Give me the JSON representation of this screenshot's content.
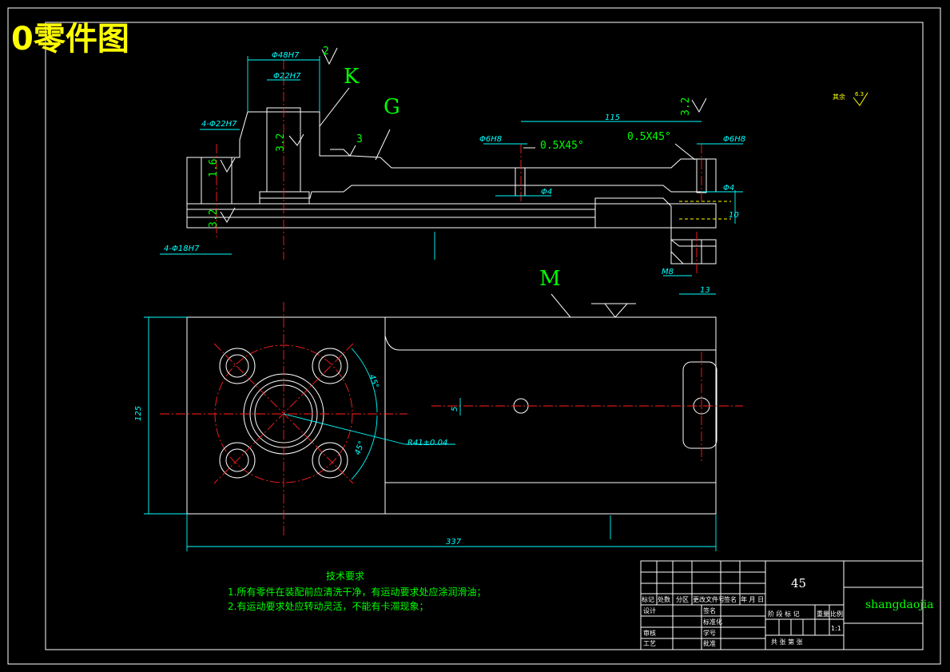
{
  "title": "0零件图",
  "labels": {
    "K": "K",
    "G": "G",
    "M": "M",
    "rough3": "3",
    "rough2": "2",
    "finish_32a": "3.2",
    "finish_16": "1.6",
    "finish_32b": "3.2",
    "finish_32c": "3.2",
    "chamfer1": "0.5X45°",
    "chamfer2": "0.5X45°",
    "corner_note": "其余",
    "corner_val": "6.3"
  },
  "dims": {
    "d48": "Φ48H7",
    "d22": "Φ22H7",
    "d4_22": "4-Φ22H7",
    "d4_18": "4-Φ18H7",
    "d6a": "Φ6H8",
    "d6b": "Φ6H8",
    "d4a": "Φ4",
    "d4b": "Φ4",
    "len115": "115",
    "h10": "10",
    "m8": "M8",
    "w13": "13",
    "h125": "125",
    "len337": "337",
    "r41": "R41±0.04",
    "ang1": "45°",
    "ang2": "45°",
    "off5": "5"
  },
  "tech": {
    "heading": "技术要求",
    "line1": "1.所有零件在装配前应清洗干净，有运动要求处应涂润滑油；",
    "line2": "2.有运动要求处应转动灵活，不能有卡滞现象；"
  },
  "titleblock": {
    "material": "45",
    "company": "shangdaojia",
    "scale": "1:1",
    "h_mark": "标记",
    "h_count": "处数",
    "h_zone": "分区",
    "h_doc": "更改文件号",
    "h_sign": "签名",
    "h_date": "年 月 日",
    "r_design": "设计",
    "r_std": "标准化",
    "r_check": "审核",
    "r_process": "工艺",
    "r_approve": "批准",
    "r_stage": "阶 段 标 记",
    "r_weight": "重量",
    "r_ratio": "比例",
    "r_total": "共 张 第 张",
    "r_sign2": "签名",
    "r_num": "学号"
  }
}
